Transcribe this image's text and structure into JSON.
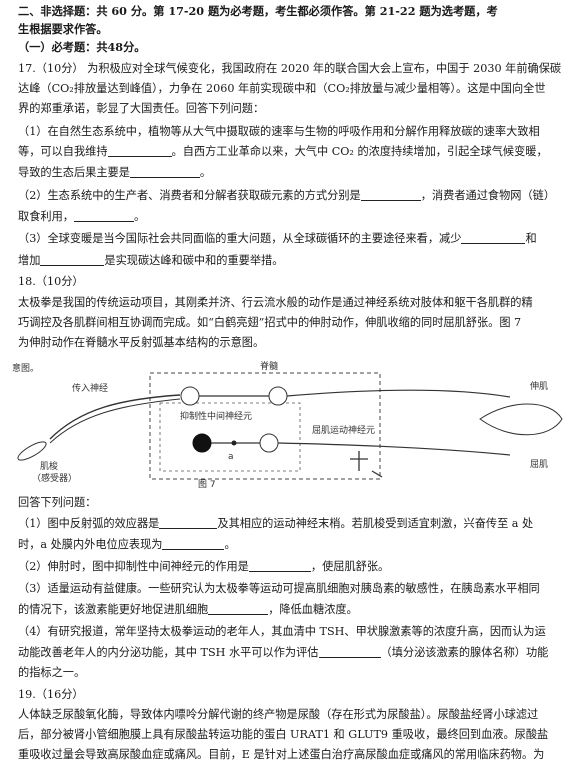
{
  "section": {
    "header1": "二、非选择题：共 60 分。第 17-20 题为必考题，考生都必须作答。第 21-22 题为选考题，考",
    "header2": "生根据要求作答。",
    "required": "（一）必考题：共48分。"
  },
  "q17": {
    "l1": "17.（10分） 为积极应对全球气候变化，我国政府在 2020 年的联合国大会上宣布，中国于 2030 年前确保碳",
    "l2": "达峰（CO₂排放量达到峰值），力争在 2060 年前实现碳中和（CO₂排放量与减少量相等）。这是中国向全世",
    "l3": "界的郑重承诺，彰显了大国责任。回答下列问题：",
    "p1a": "（1）在自然生态系统中，植物等从大气中摄取碳的速率与生物的呼吸作用和分解作用释放碳的速率大致相",
    "p1b_pre": "等，可以自我维持",
    "p1b_post": "。自西方工业革命以来，大气中 CO₂ 的浓度持续增加，引起全球气候变暖，",
    "p1c": "导致的生态后果主要是",
    "p2a_pre": "（2）生态系统中的生产者、消费者和分解者获取碳元素的方式分别是",
    "p2a_post": "，消费者通过食物网（链）",
    "p2b": "取食利用，",
    "p3a_pre": "（3）全球变暖是当今国际社会共同面临的重大问题，从全球碳循环的主要途径来看，减少",
    "p3a_post": "和",
    "p3b_pre": "增加",
    "p3b_post": "是实现碳达峰和碳中和的重要举措。"
  },
  "q18": {
    "num": "18.（10分）",
    "l1": "太极拳是我国的传统运动项目，其刚柔并济、行云流水般的动作是通过神经系统对肢体和躯干各肌群的精",
    "l2": "巧调控及各肌群间相互协调而完成。如“白鹤亮翅”招式中的伸肘动作，伸肌收缩的同时屈肌舒张。图 7",
    "l3": "为伸肘动作在脊髓水平反射弧基本结构的示意图。",
    "fig_corner": "意图。",
    "fig_afferent": "传入神经",
    "fig_receptor": "肌梭",
    "fig_receptor2": "（感受器）",
    "fig_spine": "脊髓",
    "fig_inter": "抑制性中间神经元",
    "fig_motor": "屈肌运动神经元",
    "fig_extensor": "伸肌",
    "fig_flexor": "屈肌",
    "fig_a": "a",
    "fig_caption": "图 7",
    "ask": "回答下列问题：",
    "p1a_pre": "（1）图中反射弧的效应器是",
    "p1a_post": "及其相应的运动神经末梢。若肌梭受到适宜刺激，兴奋传至 a 处",
    "p1b_pre": "时，a 处膜内外电位应表现为",
    "p1b_post": "。",
    "p2_pre": "（2）伸肘时，图中抑制性中间神经元的作用是",
    "p2_post": "，使屈肌舒张。",
    "p3a": "（3）适量运动有益健康。一些研究认为太极拳等运动可提高肌细胞对胰岛素的敏感性，在胰岛素水平相同",
    "p3b_pre": "的情况下，该激素能更好地促进肌细胞",
    "p3b_post": "，降低血糖浓度。",
    "p4a": "（4）有研究报道，常年坚持太极拳运动的老年人，其血清中 TSH、甲状腺激素等的浓度升高，因而认为运",
    "p4b_pre": "动能改善老年人的内分泌功能，其中 TSH 水平可以作为评估",
    "p4b_post": "（填分泌该激素的腺体名称）功能",
    "p4c": "的指标之一。"
  },
  "q19": {
    "num": "19.（16分）",
    "l1": "人体缺乏尿酸氧化酶，导致体内嘌呤分解代谢的终产物是尿酸（存在形式为尿酸盐）。尿酸盐经肾小球滤过",
    "l2": "后，部分被肾小管细胞膜上具有尿酸盐转运功能的蛋白 URAT1 和 GLUT9 重吸收，最终回到血液。尿酸盐",
    "l3": "重吸收过量会导致高尿酸血症或痛风。目前，E 是针对上述蛋白治疗高尿酸血症或痛风的常用临床药物。为"
  }
}
